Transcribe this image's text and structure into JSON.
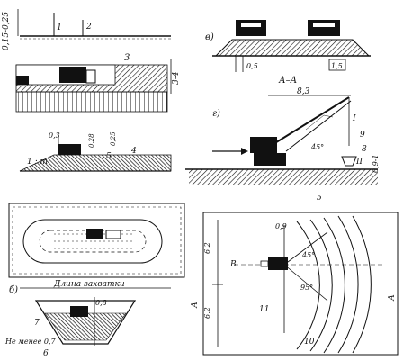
{
  "panel_a": {
    "dim_vertical": "0,15-0,25",
    "label_1": "1",
    "label_2": "2",
    "label_3": "3",
    "dim_height": "3-4"
  },
  "panel_slope": {
    "dim_03": "0,3",
    "dim_028": "0,28",
    "dim_025": "0,25",
    "slope": "1 : m",
    "label_4": "4",
    "label_5": "5"
  },
  "panel_b": {
    "caption": "Длина захватки",
    "letter": "б)",
    "dim_08": "0,8",
    "label_7": "7",
    "label_6": "6",
    "note": "Не менее 0,7"
  },
  "panel_v": {
    "letter": "в)",
    "dim_05": "0,5",
    "dim_15": "1,5"
  },
  "panel_g": {
    "letter": "г)",
    "section": "А–А",
    "dim_83": "8,3",
    "angle": "45°",
    "label_8": "8",
    "label_9": "9",
    "dim_bottom": "0,9-1",
    "label_I": "I",
    "label_II": "II",
    "label_5": "5"
  },
  "panel_plan": {
    "dim_62a": "6,2",
    "dim_62b": "6,2",
    "dim_09": "0,9",
    "angle_a": "45°",
    "angle_b": "95°",
    "label_B": "В",
    "label_A_left": "А",
    "label_A_right": "А",
    "label_11": "11",
    "label_10": "10"
  }
}
